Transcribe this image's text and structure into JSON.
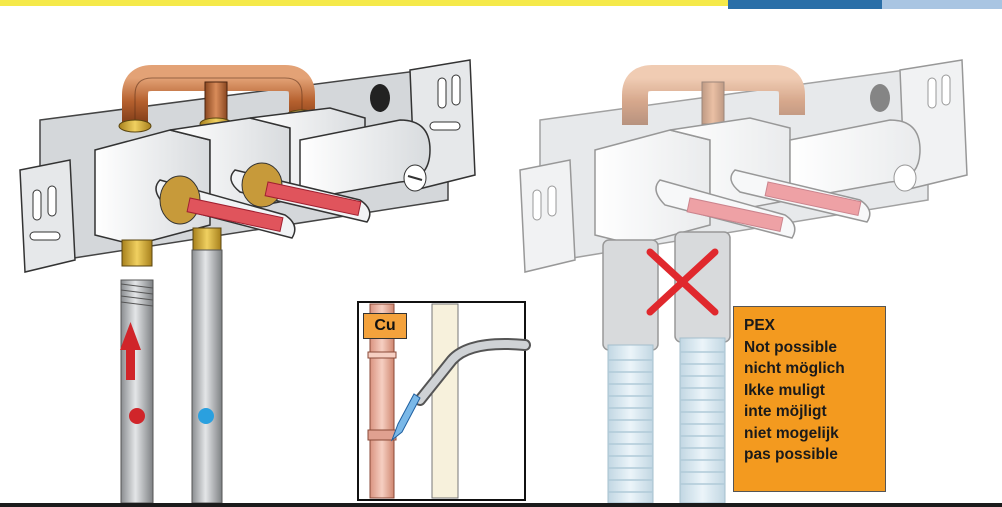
{
  "inset": {
    "label": "Cu"
  },
  "notice": {
    "lines": [
      "PEX",
      "Not possible",
      "nicht möglich",
      "Ikke muligt",
      "inte möjligt",
      "niet mogelijk",
      "pas possible"
    ]
  },
  "colors": {
    "hot_marker": "#d0252a",
    "cold_marker": "#2aa0df",
    "notice_bg": "#f39a1f",
    "cross": "#e0282d",
    "header_yellow": "#f5e94a",
    "header_blue": "#2a6fa8"
  },
  "icons": [
    "arrow-up-icon",
    "cross-icon",
    "hot-dot-icon",
    "cold-dot-icon",
    "torch-icon"
  ]
}
